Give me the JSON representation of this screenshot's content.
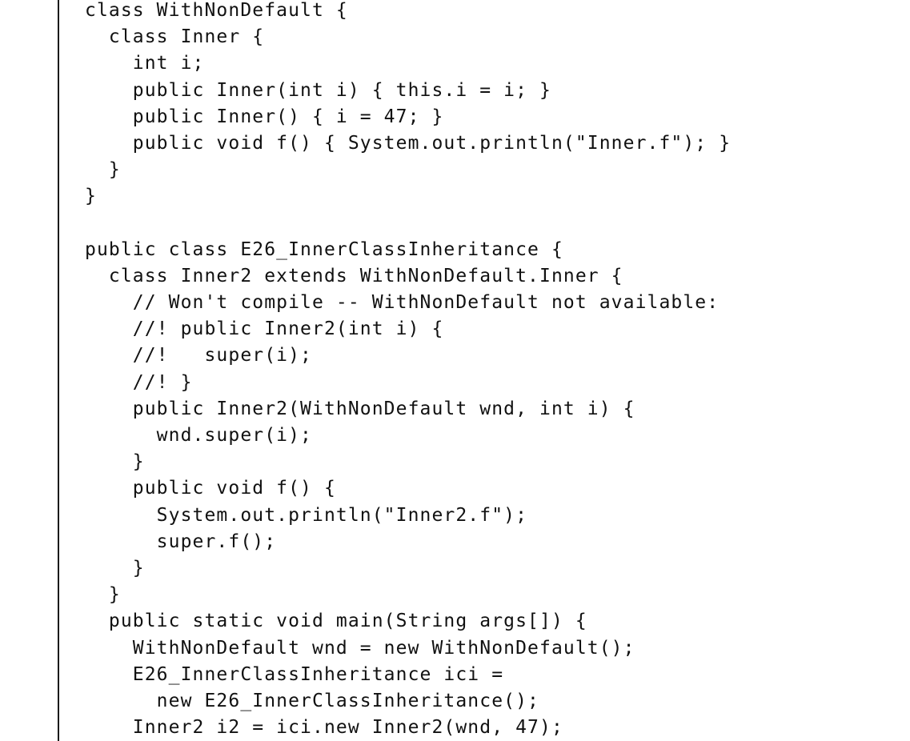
{
  "code_lines": [
    "class WithNonDefault {",
    "  class Inner {",
    "    int i;",
    "    public Inner(int i) { this.i = i; }",
    "    public Inner() { i = 47; }",
    "    public void f() { System.out.println(\"Inner.f\"); }",
    "  }",
    "}",
    "",
    "public class E26_InnerClassInheritance {",
    "  class Inner2 extends WithNonDefault.Inner {",
    "    // Won't compile -- WithNonDefault not available:",
    "    //! public Inner2(int i) {",
    "    //!   super(i);",
    "    //! }",
    "    public Inner2(WithNonDefault wnd, int i) {",
    "      wnd.super(i);",
    "    }",
    "    public void f() {",
    "      System.out.println(\"Inner2.f\");",
    "      super.f();",
    "    }",
    "  }",
    "  public static void main(String args[]) {",
    "    WithNonDefault wnd = new WithNonDefault();",
    "    E26_InnerClassInheritance ici =",
    "      new E26_InnerClassInheritance();",
    "    Inner2 i2 = ici.new Inner2(wnd, 47);"
  ]
}
